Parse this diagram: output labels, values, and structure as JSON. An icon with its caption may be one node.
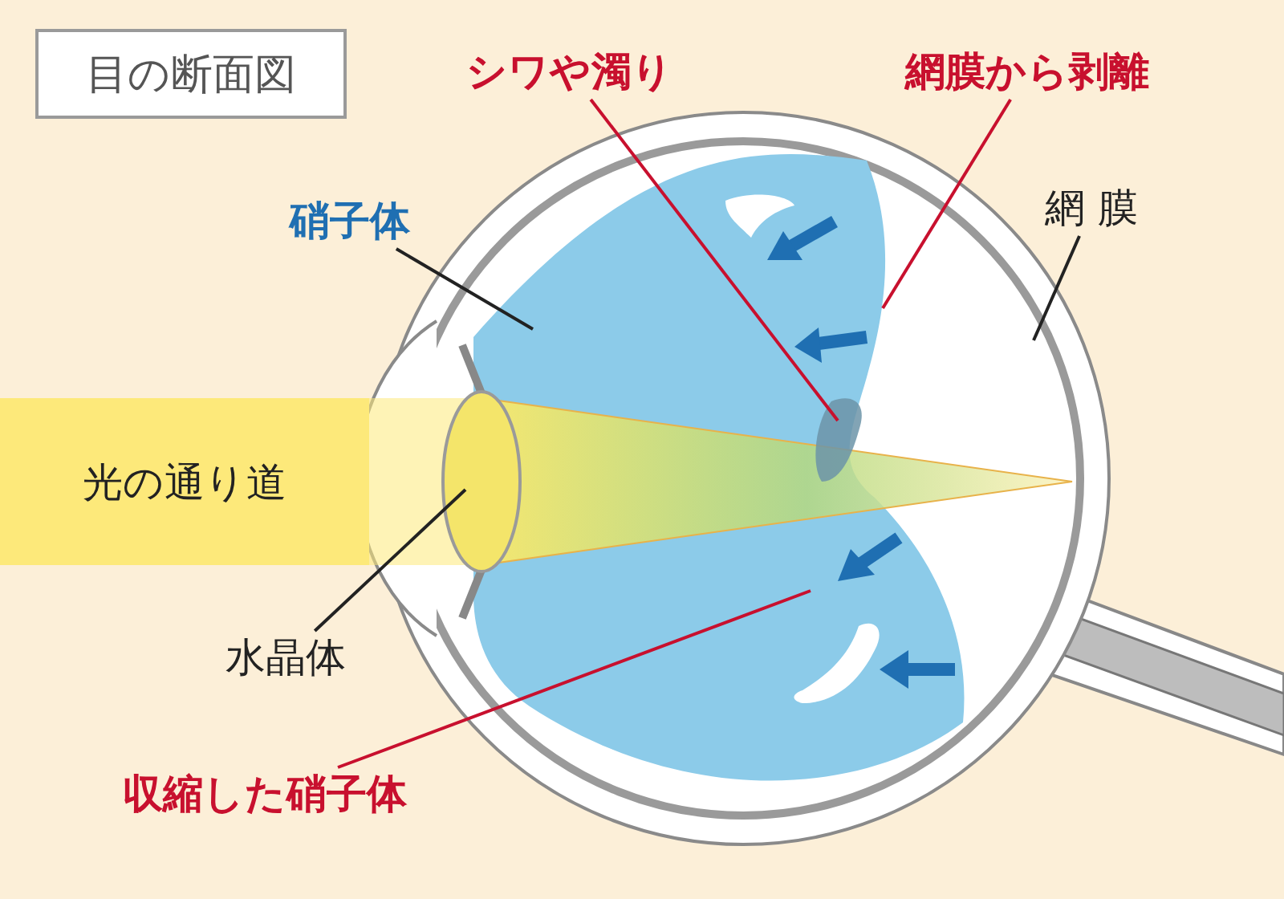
{
  "diagram": {
    "title": "目の断面図",
    "nodes": [
      {
        "text": [
          "シワや濁り"
        ]
      },
      {
        "text": [
          "網膜から剥離"
        ]
      },
      {
        "text": [
          "硝子体"
        ]
      },
      {
        "text": [
          "網 膜"
        ]
      },
      {
        "text": [
          "光の通り道"
        ]
      },
      {
        "text": [
          "水晶体"
        ]
      },
      {
        "text": [
          "収縮した硝子体"
        ]
      }
    ],
    "edges": [
      {
        "from": 0,
        "to": null,
        "arrow": "none",
        "color": "#c8102e"
      },
      {
        "from": 1,
        "to": null,
        "arrow": "none",
        "color": "#c8102e"
      },
      {
        "from": 2,
        "to": null,
        "arrow": "none",
        "color": "#222222"
      },
      {
        "from": 3,
        "to": null,
        "arrow": "none",
        "color": "#222222"
      },
      {
        "from": 5,
        "to": null,
        "arrow": "none",
        "color": "#222222"
      },
      {
        "from": 6,
        "to": null,
        "arrow": "none",
        "color": "#c8102e"
      }
    ]
  }
}
